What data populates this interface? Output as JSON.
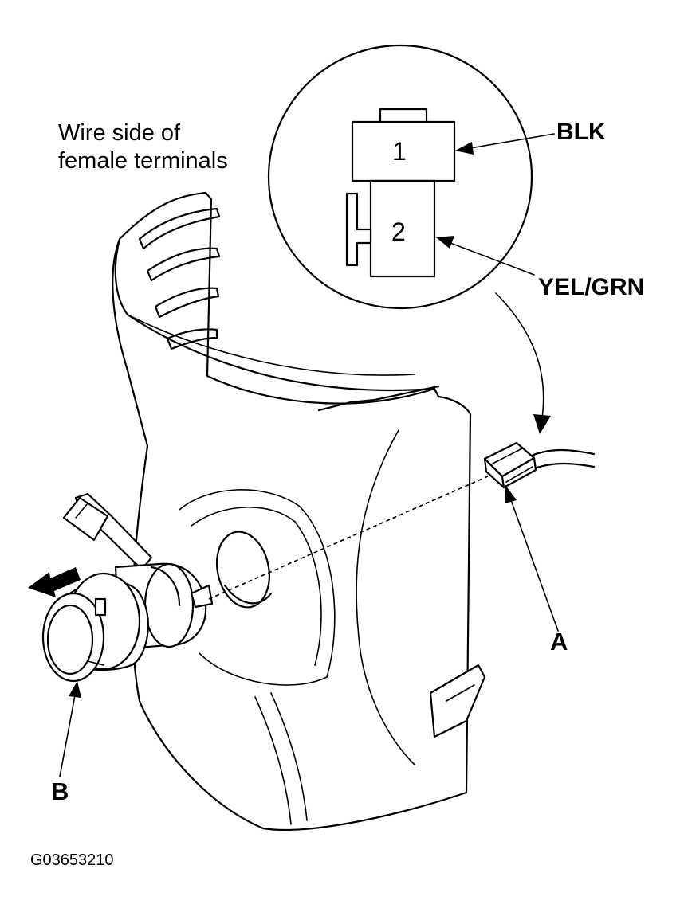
{
  "note": {
    "line1": "Wire side of",
    "line2": "female terminals"
  },
  "connector_view": {
    "terminals": [
      {
        "pin": "1",
        "wire": "BLK"
      },
      {
        "pin": "2",
        "wire": "YEL/GRN"
      }
    ]
  },
  "callouts": {
    "a": "A",
    "b": "B"
  },
  "figure_code": "G03653210",
  "icons": [
    "left-arrow-icon"
  ]
}
